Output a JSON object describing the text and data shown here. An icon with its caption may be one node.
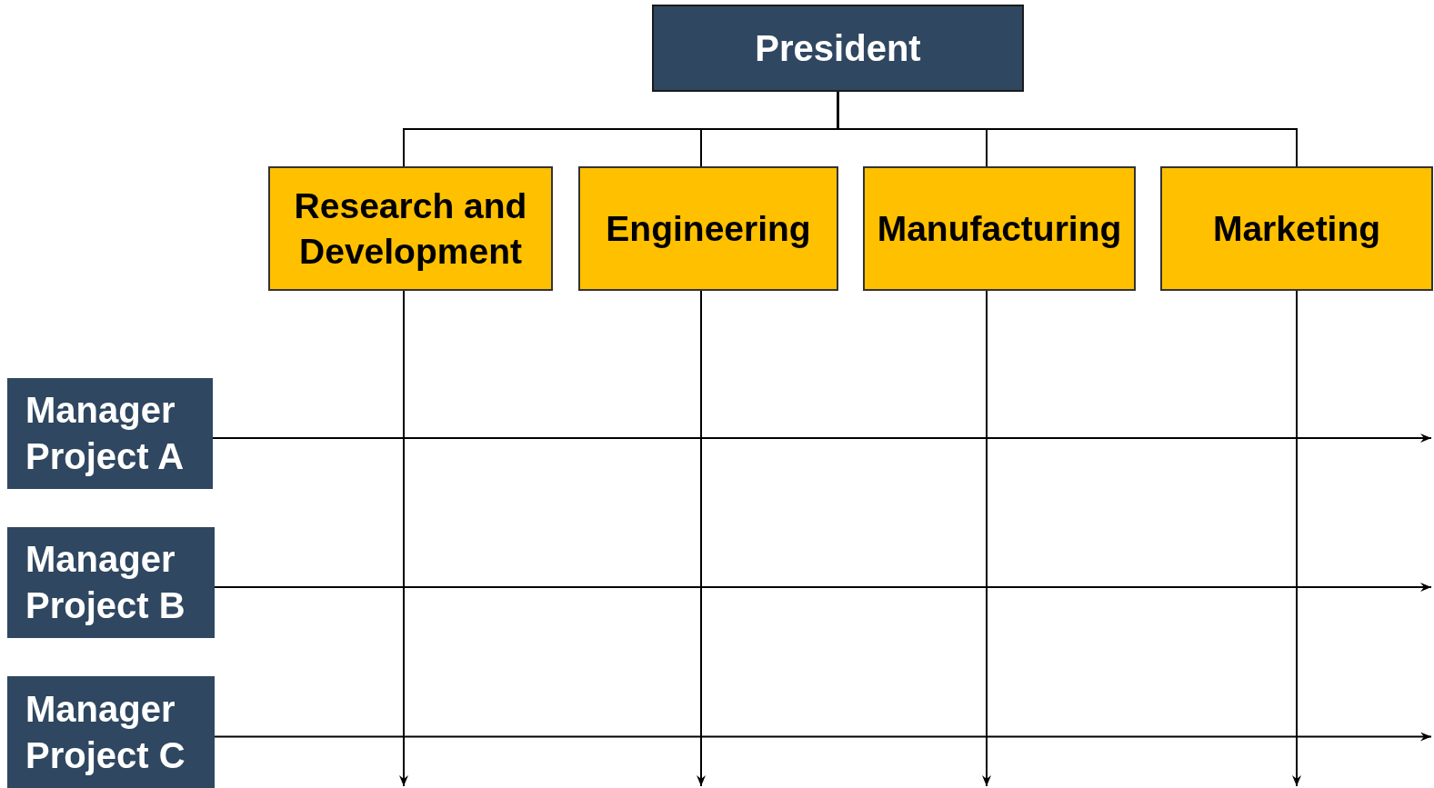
{
  "diagram": {
    "nodes": [
      {
        "text": [
          "President"
        ]
      },
      {
        "text": [
          "Research and Development"
        ]
      },
      {
        "text": [
          "Engineering"
        ]
      },
      {
        "text": [
          "Manufacturing"
        ]
      },
      {
        "text": [
          "Marketing"
        ]
      },
      {
        "text": [
          "Manager Project A"
        ]
      },
      {
        "text": [
          "Manager Project B"
        ]
      },
      {
        "text": [
          "Manager Project C"
        ]
      }
    ],
    "edges": [
      {
        "from": 0,
        "to": 1,
        "arrow": "none"
      },
      {
        "from": 0,
        "to": 2,
        "arrow": "none"
      },
      {
        "from": 0,
        "to": 3,
        "arrow": "none"
      },
      {
        "from": 0,
        "to": 4,
        "arrow": "none"
      },
      {
        "from": 1,
        "to": null,
        "arrow": "to"
      },
      {
        "from": 2,
        "to": null,
        "arrow": "to"
      },
      {
        "from": 3,
        "to": null,
        "arrow": "to"
      },
      {
        "from": 4,
        "to": null,
        "arrow": "to"
      },
      {
        "from": 5,
        "to": null,
        "arrow": "to"
      },
      {
        "from": 6,
        "to": null,
        "arrow": "to"
      },
      {
        "from": 7,
        "to": null,
        "arrow": "to"
      }
    ]
  }
}
